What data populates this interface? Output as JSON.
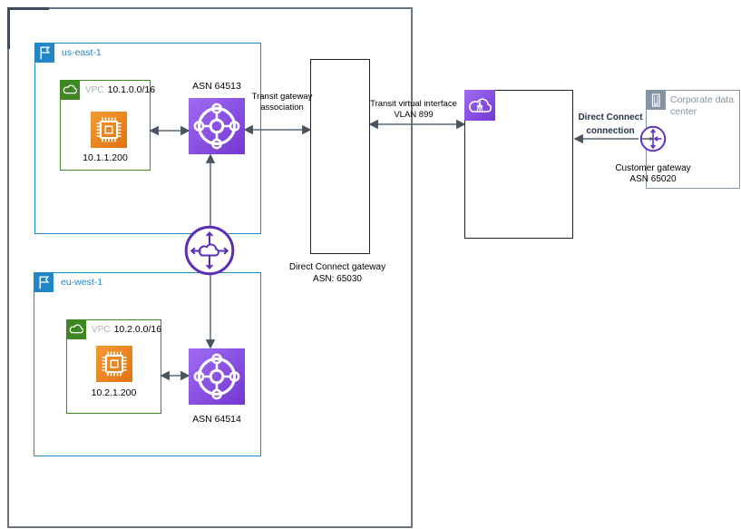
{
  "regions": {
    "us_east_1": {
      "name": "us-east-1",
      "vpc_label": "VPC",
      "vpc_cidr": "10.1.0.0/16",
      "instance_ip": "10.1.1.200",
      "tgw_asn": "ASN 64513"
    },
    "eu_west_1": {
      "name": "eu-west-1",
      "vpc_label": "VPC",
      "vpc_cidr": "10.2.0.0/16",
      "instance_ip": "10.2.1.200",
      "tgw_asn": "ASN 64514"
    }
  },
  "direct_connect_gateway": {
    "name_line1": "Direct Connect gateway",
    "name_line2": "ASN: 65030"
  },
  "connections": {
    "tgw_association_line1": "Transit gateway",
    "tgw_association_line2": "association",
    "transit_vif_line1": "Transit virtual interface",
    "transit_vif_line2": "VLAN 899",
    "dx_connection_line1": "Direct Connect",
    "dx_connection_line2": "connection"
  },
  "customer_gateway": {
    "label_line1": "Customer gateway",
    "label_line2": "ASN 65020"
  },
  "corporate_data_center": {
    "label": "Corporate data center"
  },
  "icons": {
    "region-flag-icon": "flag",
    "vpc-cloud-icon": "cloud",
    "ec2-instance-icon": "processor-chip",
    "transit-gateway-icon": "hub-with-spokes",
    "tgw-peering-icon": "cloud-with-four-arrows",
    "direct-connect-location-icon": "cloud-with-transmission-tower",
    "customer-gateway-icon": "circle-with-converging-arrows",
    "corporate-building-icon": "office-building"
  },
  "colors": {
    "region_blue": "#2287C7",
    "vpc_green": "#3F8624",
    "ec2_orange_light": "#F49B33",
    "ec2_orange_dark": "#E1720F",
    "tgw_purple_light": "#9F6CF2",
    "tgw_purple_dark": "#7437D2",
    "gateway_purple_stroke": "#5A2EB8",
    "connector_gray": "#5C6670",
    "outer_border_gray": "#6B7482",
    "corporate_slate": "#8494A3",
    "dx_border_dark": "#232323",
    "dark_label_text": "#26324B"
  }
}
